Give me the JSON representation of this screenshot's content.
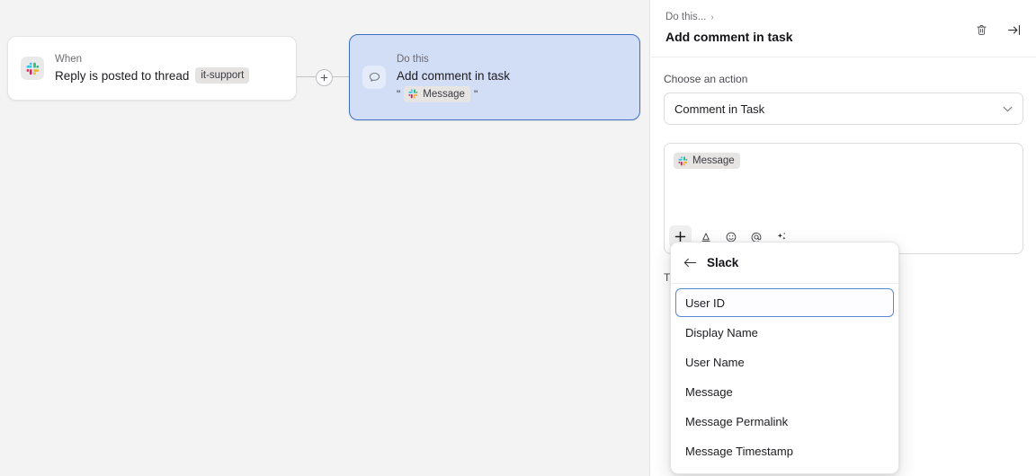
{
  "canvas": {
    "trigger_card": {
      "icon": "slack-icon",
      "kicker": "When",
      "title": "Reply is posted to thread",
      "channel_badge": "it-support"
    },
    "connector": {
      "add_button_icon": "plus-icon"
    },
    "action_card": {
      "icon": "comment-bubble-icon",
      "kicker": "Do this",
      "title": "Add comment in task",
      "quote_open": "\"",
      "token_label": "Message",
      "token_icon": "slack-icon",
      "quote_close": "\""
    }
  },
  "panel": {
    "breadcrumb": "Do this...",
    "breadcrumb_chevron": "›",
    "title": "Add comment in task",
    "actions": [
      {
        "name": "delete-step-button",
        "icon": "trash-icon"
      },
      {
        "name": "collapse-panel-button",
        "icon": "arrow-to-line-right-icon"
      }
    ],
    "choose_action_label": "Choose an action",
    "selected_action": "Comment in Task",
    "editor": {
      "token_label": "Message",
      "token_icon": "slack-icon",
      "toolbar": [
        {
          "name": "insert-variable-button",
          "icon": "plus-icon",
          "active": true
        },
        {
          "name": "text-format-button",
          "icon": "text-format-icon",
          "active": false
        },
        {
          "name": "emoji-button",
          "icon": "emoji-smiley-icon",
          "active": false
        },
        {
          "name": "mention-button",
          "icon": "at-mention-icon",
          "active": false
        },
        {
          "name": "ai-assist-button",
          "icon": "sparkles-icon",
          "active": false
        }
      ]
    },
    "below_field_label": "T"
  },
  "variable_popup": {
    "back_icon": "arrow-left-icon",
    "header_title": "Slack",
    "items": [
      {
        "label": "User ID",
        "selected": true
      },
      {
        "label": "Display Name",
        "selected": false
      },
      {
        "label": "User Name",
        "selected": false
      },
      {
        "label": "Message",
        "selected": false
      },
      {
        "label": "Message Permalink",
        "selected": false
      },
      {
        "label": "Message Timestamp",
        "selected": false
      }
    ]
  },
  "colors": {
    "canvas_bg": "#f3f3f4",
    "selection_fill": "#d2ddf6",
    "selection_border": "#3f6fc2",
    "popup_selected_border": "#5a86d6",
    "token_bg": "#e7e5e3"
  }
}
